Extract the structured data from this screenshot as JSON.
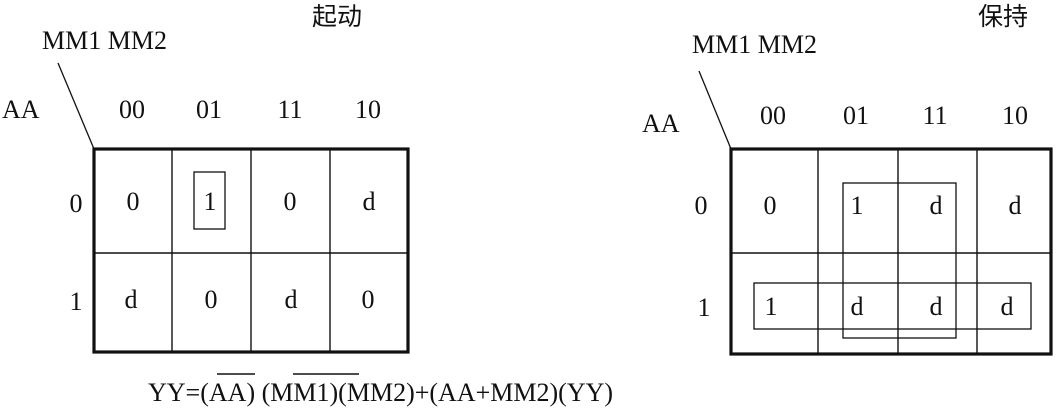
{
  "maps": [
    {
      "title": "起动",
      "col_var": "MM1 MM2",
      "row_var": "AA",
      "col_codes": [
        "00",
        "01",
        "11",
        "10"
      ],
      "row_codes": [
        "0",
        "1"
      ],
      "cells": [
        [
          "0",
          "1",
          "0",
          "d"
        ],
        [
          "d",
          "0",
          "d",
          "0"
        ]
      ]
    },
    {
      "title": "保持",
      "col_var": "MM1 MM2",
      "row_var": "AA",
      "col_codes": [
        "00",
        "01",
        "11",
        "10"
      ],
      "row_codes": [
        "0",
        "1"
      ],
      "cells": [
        [
          "0",
          "1",
          "d",
          "d"
        ],
        [
          "1",
          "d",
          "d",
          "d"
        ]
      ]
    }
  ],
  "formula": {
    "p1": "YY=(",
    "aa": "AA",
    "p2": ") (",
    "mm1": "MM1",
    "p3": ")(MM2)+(AA+MM2)(YY)"
  }
}
